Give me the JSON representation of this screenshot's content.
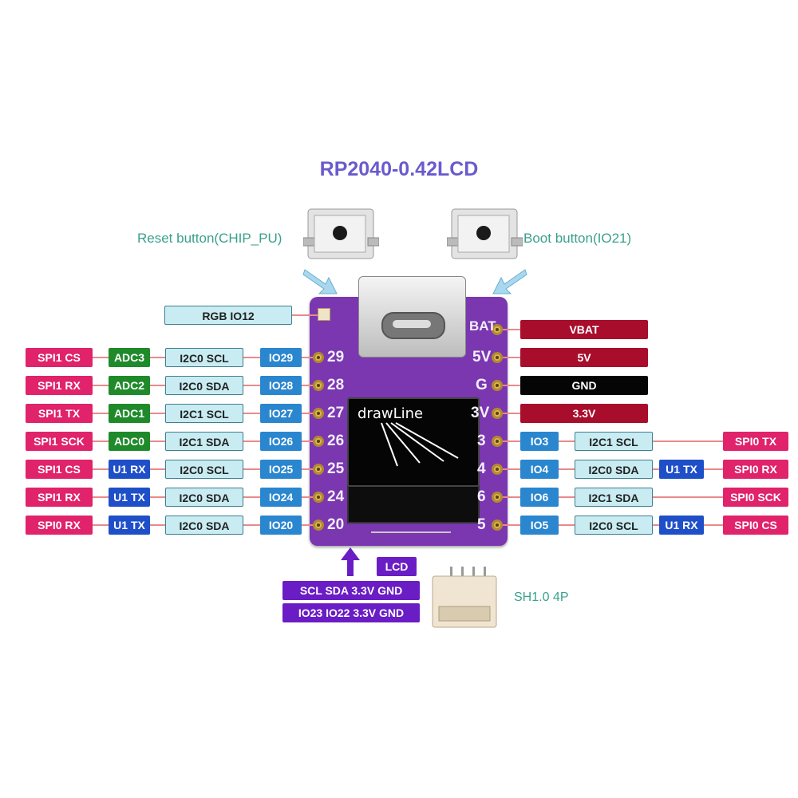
{
  "title": "RP2040-0.42LCD",
  "reset_caption": "Reset button(CHIP_PU)",
  "boot_caption": "Boot button(IO21)",
  "rgb_label": "RGB IO12",
  "screen_text": "drawLine",
  "left_rows": [
    {
      "pin": "29",
      "spi": "SPI1 CS",
      "func": "ADC3",
      "func_kind": "adc",
      "i2c": "I2C0 SCL",
      "io": "IO29"
    },
    {
      "pin": "28",
      "spi": "SPI1 RX",
      "func": "ADC2",
      "func_kind": "adc",
      "i2c": "I2C0 SDA",
      "io": "IO28"
    },
    {
      "pin": "27",
      "spi": "SPI1 TX",
      "func": "ADC1",
      "func_kind": "adc",
      "i2c": "I2C1 SCL",
      "io": "IO27"
    },
    {
      "pin": "26",
      "spi": "SPI1 SCK",
      "func": "ADC0",
      "func_kind": "adc",
      "i2c": "I2C1 SDA",
      "io": "IO26"
    },
    {
      "pin": "25",
      "spi": "SPI1 CS",
      "func": "U1 RX",
      "func_kind": "u1",
      "i2c": "I2C0 SCL",
      "io": "IO25"
    },
    {
      "pin": "24",
      "spi": "SPI1 RX",
      "func": "U1 TX",
      "func_kind": "u1",
      "i2c": "I2C0 SDA",
      "io": "IO24"
    },
    {
      "pin": "20",
      "spi": "SPI0 RX",
      "func": "U1 TX",
      "func_kind": "u1",
      "i2c": "I2C0 SDA",
      "io": "IO20"
    }
  ],
  "right_power": [
    {
      "pin": "BAT",
      "label": "VBAT",
      "kind": "pwr"
    },
    {
      "pin": "5V",
      "label": "5V",
      "kind": "pwr"
    },
    {
      "pin": "G",
      "label": "GND",
      "kind": "gnd"
    },
    {
      "pin": "3V",
      "label": "3.3V",
      "kind": "pwr"
    }
  ],
  "right_rows": [
    {
      "pin": "3",
      "io": "IO3",
      "i2c": "I2C1 SCL",
      "uart": "",
      "spi": "SPI0 TX"
    },
    {
      "pin": "4",
      "io": "IO4",
      "i2c": "I2C0 SDA",
      "uart": "U1 TX",
      "spi": "SPI0 RX"
    },
    {
      "pin": "6",
      "io": "IO6",
      "i2c": "I2C1 SDA",
      "uart": "",
      "spi": "SPI0 SCK"
    },
    {
      "pin": "5",
      "io": "IO5",
      "i2c": "I2C0 SCL",
      "uart": "U1 RX",
      "spi": "SPI0 CS"
    }
  ],
  "lcd": {
    "label": "LCD",
    "signals": "SCL SDA 3.3V GND",
    "pins": "IO23 IO22 3.3V GND",
    "connector": "SH1.0 4P"
  },
  "colors": {
    "spi": "#e0236b",
    "adc": "#1f8a2a",
    "u1": "#1f4fc8",
    "io": "#2a86cf",
    "power": "#a80d2c",
    "gnd": "#050505",
    "lcd": "#6a1dc4",
    "board": "#7a37b0",
    "title": "#6a5acd",
    "caption": "#3aa08c"
  }
}
